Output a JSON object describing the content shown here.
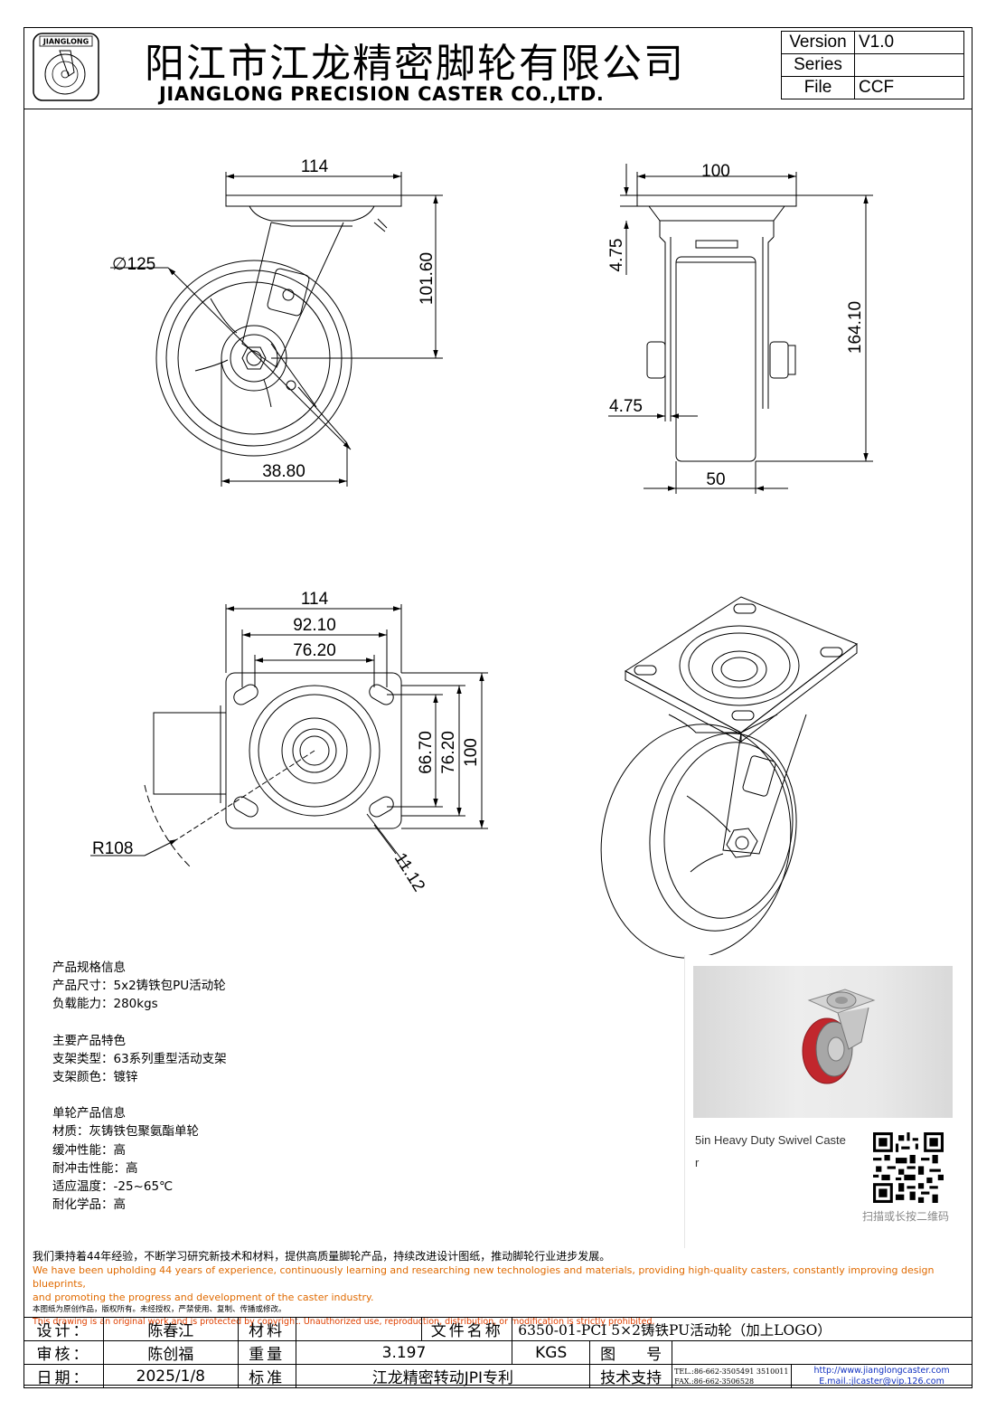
{
  "header": {
    "logo_text": "JIANGLONG",
    "company_cn": "阳江市江龙精密脚轮有限公司",
    "company_en": "JIANGLONG PRECISION CASTER CO.,LTD.",
    "version_label": "Version",
    "version_value": "V1.0",
    "series_label": "Series",
    "series_value": "",
    "file_label": "File",
    "file_value": "CCF"
  },
  "dimensions": {
    "side_top_width": "114",
    "side_diameter": "∅125",
    "side_height": "101.60",
    "side_offset": "38.80",
    "front_top_width": "100",
    "front_plate_thk": "4.75",
    "front_total_height": "164.10",
    "front_leg_thk": "4.75",
    "front_wheel_width": "50",
    "top_plate_width": "114",
    "top_hole_span_outer": "92.10",
    "top_hole_span_inner": "76.20",
    "top_hole_span_v1": "66.70",
    "top_hole_span_v2": "76.20",
    "top_plate_height": "100",
    "top_swivel_radius": "R108",
    "top_slot_width": "11.12"
  },
  "specs": {
    "group1_title": "产品规格信息",
    "size": "产品尺寸：5x2铸铁包PU活动轮",
    "load": "负载能力：280kgs",
    "group2_title": "主要产品特色",
    "bracket_type": "支架类型：63系列重型活动支架",
    "bracket_color": "支架颜色：镀锌",
    "group3_title": "单轮产品信息",
    "material": "材质：灰铸铁包聚氨酯单轮",
    "cushion": "缓冲性能：高",
    "impact": "耐冲击性能：高",
    "temperature": "适应温度：-25~65℃",
    "chemical": "耐化学品：高"
  },
  "product_card": {
    "caption": "5in Heavy Duty Swivel Caster",
    "qr_caption": "扫描或长按二维码"
  },
  "notes": {
    "cn_statement": "我们秉持着44年经验，不断学习研究新技术和材料，提供高质量脚轮产品，持续改进设计图纸，推动脚轮行业进步发展。",
    "en_statement_1": "We have been upholding 44 years of experience, continuously learning and researching new technologies and materials, providing high-quality casters, constantly improving design blueprints,",
    "en_statement_2": "and promoting the progress and development of the caster industry.",
    "cn_copyright": "本图纸为原创作品，版权所有。未经授权，严禁使用、复制、传播或修改。",
    "en_copyright": "This drawing is an original work and is protected by copyright. Unauthorized use, reproduction, distribution, or modification is strictly prohibited."
  },
  "title_block": {
    "designer_label": "设计：",
    "designer": "陈春江",
    "material_label": "材料",
    "material_value": "",
    "filename_label": "文件名称",
    "filename": "6350-01-PCI 5×2铸铁PU活动轮（加上LOGO）",
    "reviewer_label": "审核：",
    "reviewer": "陈创福",
    "weight_label": "重量",
    "weight": "3.197",
    "weight_unit": "KGS",
    "drawing_no_label": "图　　号",
    "drawing_no": "",
    "date_label": "日期：",
    "date": "2025/1/8",
    "standard_label": "标准",
    "standard": "江龙精密转动JPI专利",
    "support_label": "技术支持",
    "tel": "TEL.:86-662-3505491 3510011",
    "fax": "FAX.:86-662-3506528",
    "website": "http://www.jianglongcaster.com",
    "email": "E.mail.:jlcaster@vip.126.com"
  },
  "colors": {
    "line": "#000000",
    "wheel_red": "#c1272d",
    "note_orange": "#e06a00",
    "link_blue": "#1030c0"
  }
}
